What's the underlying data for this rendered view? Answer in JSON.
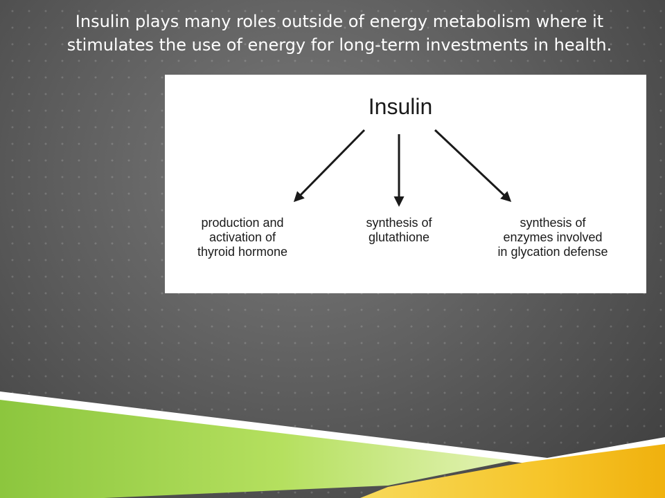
{
  "slide": {
    "title_lines": [
      "Insulin plays many roles outside of energy metabolism where it",
      "stimulates the use of energy for long-term investments in health."
    ]
  },
  "diagram": {
    "root": "Insulin",
    "children": [
      {
        "lines": [
          "production and",
          "activation of",
          "thyroid hormone"
        ]
      },
      {
        "lines": [
          "synthesis of",
          "glutathione"
        ]
      },
      {
        "lines": [
          "synthesis of",
          "enzymes involved",
          "in glycation defense"
        ]
      }
    ],
    "edges": [
      {
        "from": "Insulin",
        "to": "production and activation of thyroid hormone"
      },
      {
        "from": "Insulin",
        "to": "synthesis of glutathione"
      },
      {
        "from": "Insulin",
        "to": "synthesis of enzymes involved in glycation defense"
      }
    ]
  },
  "colors": {
    "background": "#5f5f5f",
    "panel": "#ffffff",
    "ink": "#1a1a1a",
    "accent_green": "#9bd13c",
    "accent_yellow": "#f4c21f"
  }
}
